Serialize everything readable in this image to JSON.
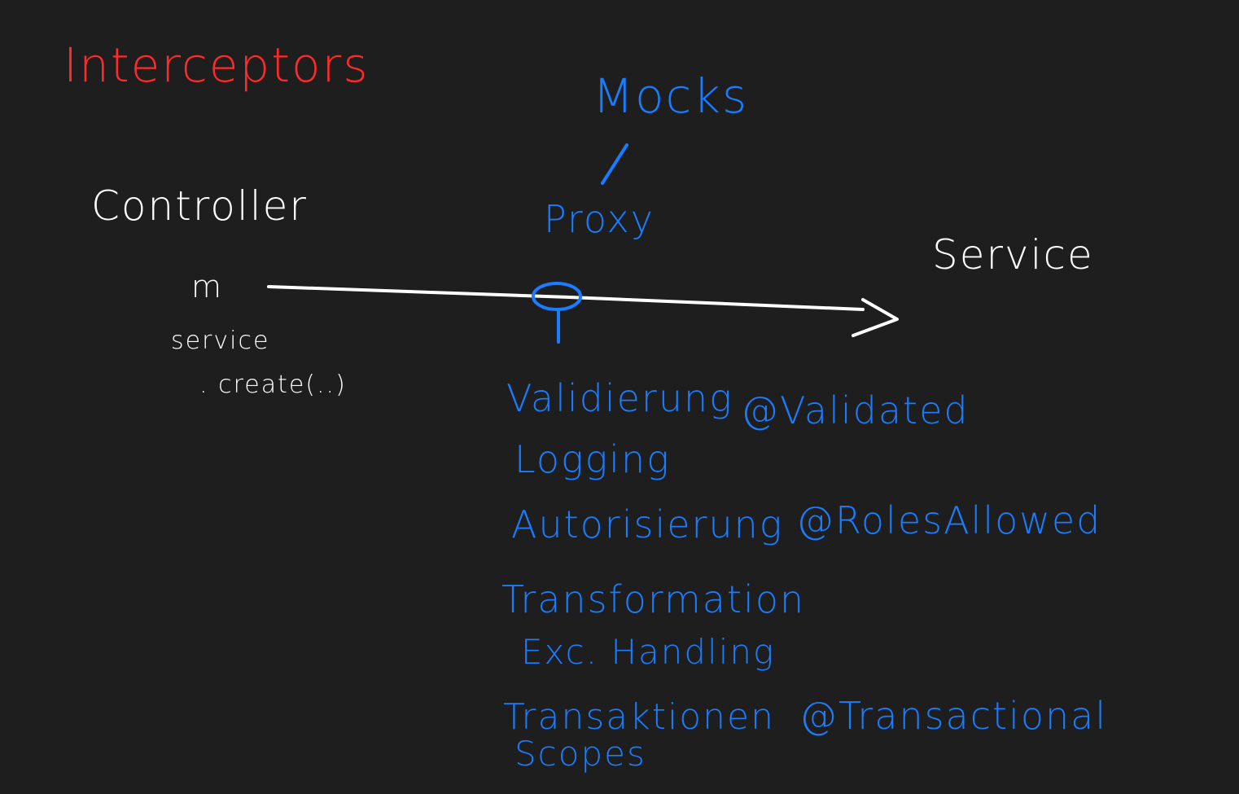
{
  "title": "Interceptors",
  "nodes": {
    "controller": "Controller",
    "service": "Service",
    "mocks": "Mocks",
    "slash": "/",
    "proxy": "Proxy"
  },
  "controller_code": {
    "line1": "m",
    "line2": "service",
    "line3": ". create(..)"
  },
  "concerns": [
    {
      "label": "Validierung",
      "annotation": "@Validated"
    },
    {
      "label": "Logging",
      "annotation": ""
    },
    {
      "label": "Autorisierung",
      "annotation": "@RolesAllowed"
    },
    {
      "label": "Transformation",
      "annotation": ""
    },
    {
      "label": "Exc. Handling",
      "annotation": ""
    },
    {
      "label": "Transaktionen",
      "annotation": "@Transactional"
    },
    {
      "label": "Scopes",
      "annotation": ""
    }
  ],
  "colors": {
    "background": "#1e1e1e",
    "title": "#ff2a2a",
    "primary": "#ffffff",
    "accent": "#1a7cff"
  }
}
